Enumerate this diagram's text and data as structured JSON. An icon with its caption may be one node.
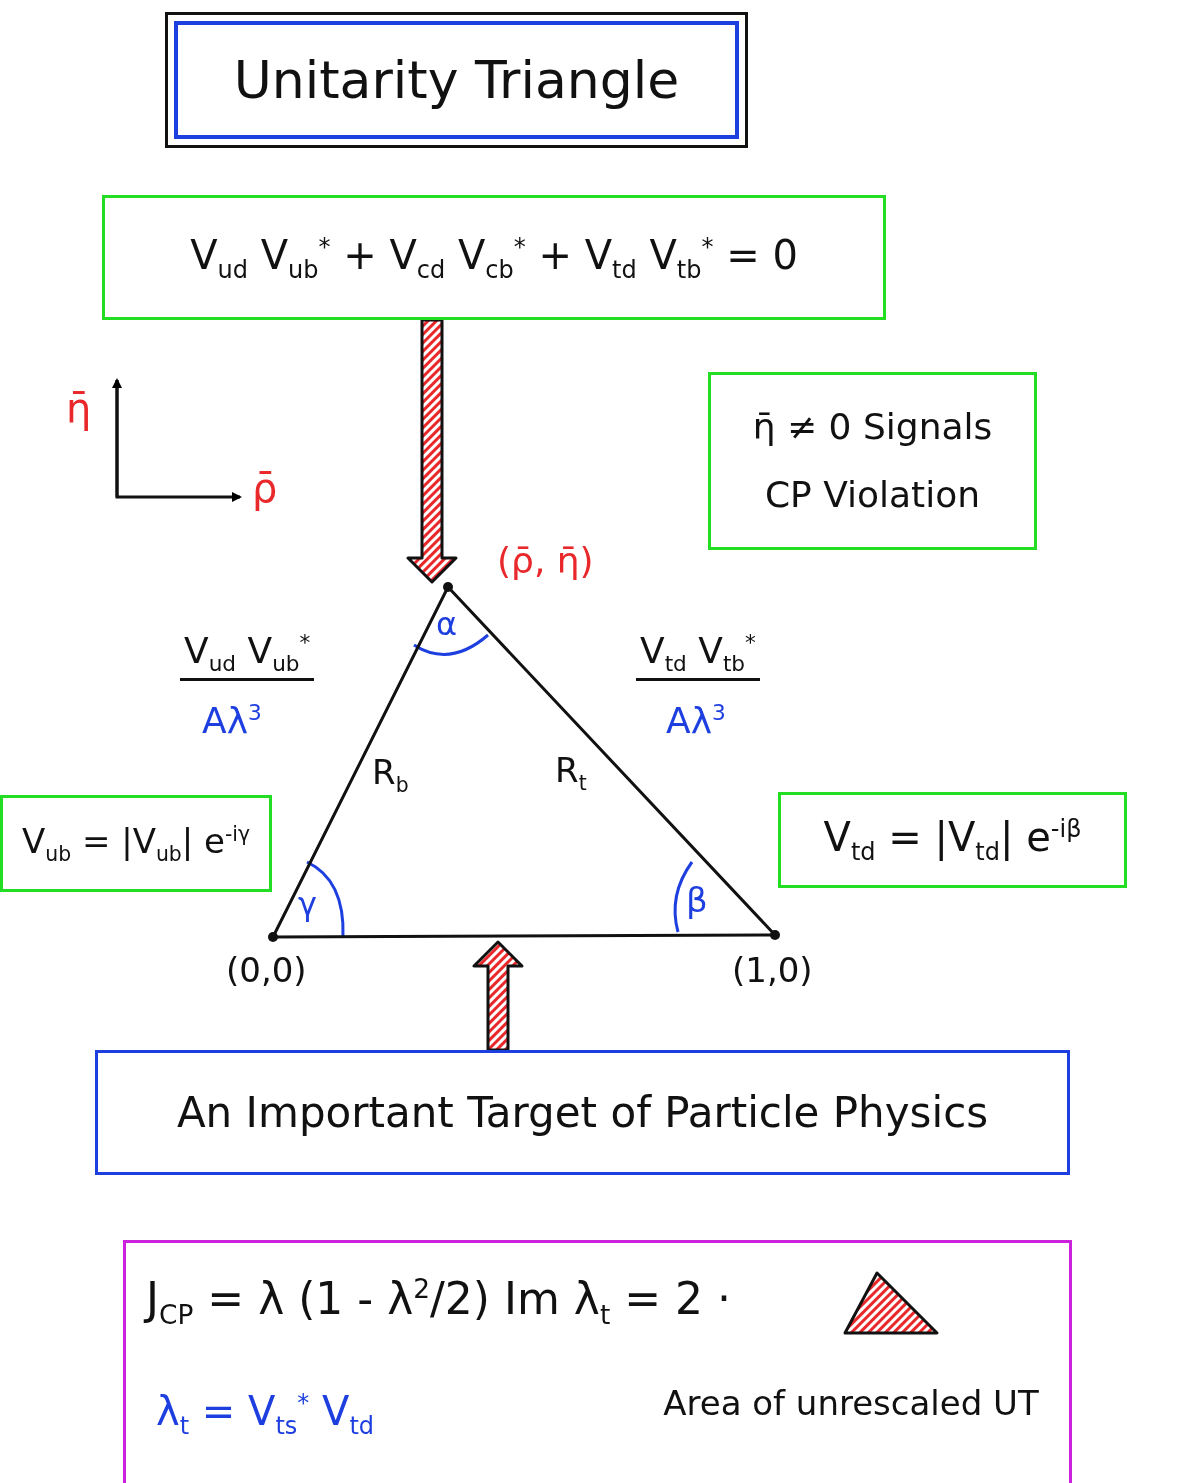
{
  "diagram": {
    "title": "Unitarity Triangle",
    "nodes": [
      {
        "text": [
          "V$_{ud}$ V$_{ub}$$^{*}$ + V$_{cd}$ V$_{cb}$$^{*}$ + V$_{td}$ V$_{tb}$$^{*}$ = 0"
        ]
      },
      {
        "text": [
          "η̄ ≠ 0 Signals CP Violation"
        ]
      },
      {
        "text": [],
        "shape": "triangle"
      },
      {
        "text": [
          "V$_{ub}$ = |V$_{ub}$| e$^{-iγ}$"
        ]
      },
      {
        "text": [
          "V$_{td}$ = |V$_{td}$| e$^{-iβ}$"
        ]
      },
      {
        "text": [
          "An Important Target of Particle Physics"
        ]
      },
      {
        "text": [
          "J$_{CP}$ = λ (1 - λ$^{2}$/2) Im λ$_{t}$ = 2 ·",
          "λ$_{t}$ = V$_{ts}$$^{*}$ V$_{td}$",
          "Area of unrescaled UT"
        ]
      },
      {
        "text": [],
        "shape": "triangle",
        "in": 6
      }
    ],
    "edges": [
      {
        "from": 0,
        "to": 2,
        "arrow": "to",
        "style": "thick"
      },
      {
        "from": 5,
        "to": 2,
        "arrow": "to",
        "style": "thick"
      }
    ],
    "labels": [
      "η̄",
      "ρ̄",
      "(ρ̄, η̄)",
      "α",
      "V$_{ud}$ V$_{ub}$$^{*}$",
      "V$_{td}$ V$_{tb}$$^{*}$",
      "Aλ$^{3}$",
      "Aλ$^{3}$",
      "R$_{b}$",
      "R$_{t}$",
      "γ",
      "β",
      "(0,0)",
      "(1,0)"
    ]
  }
}
